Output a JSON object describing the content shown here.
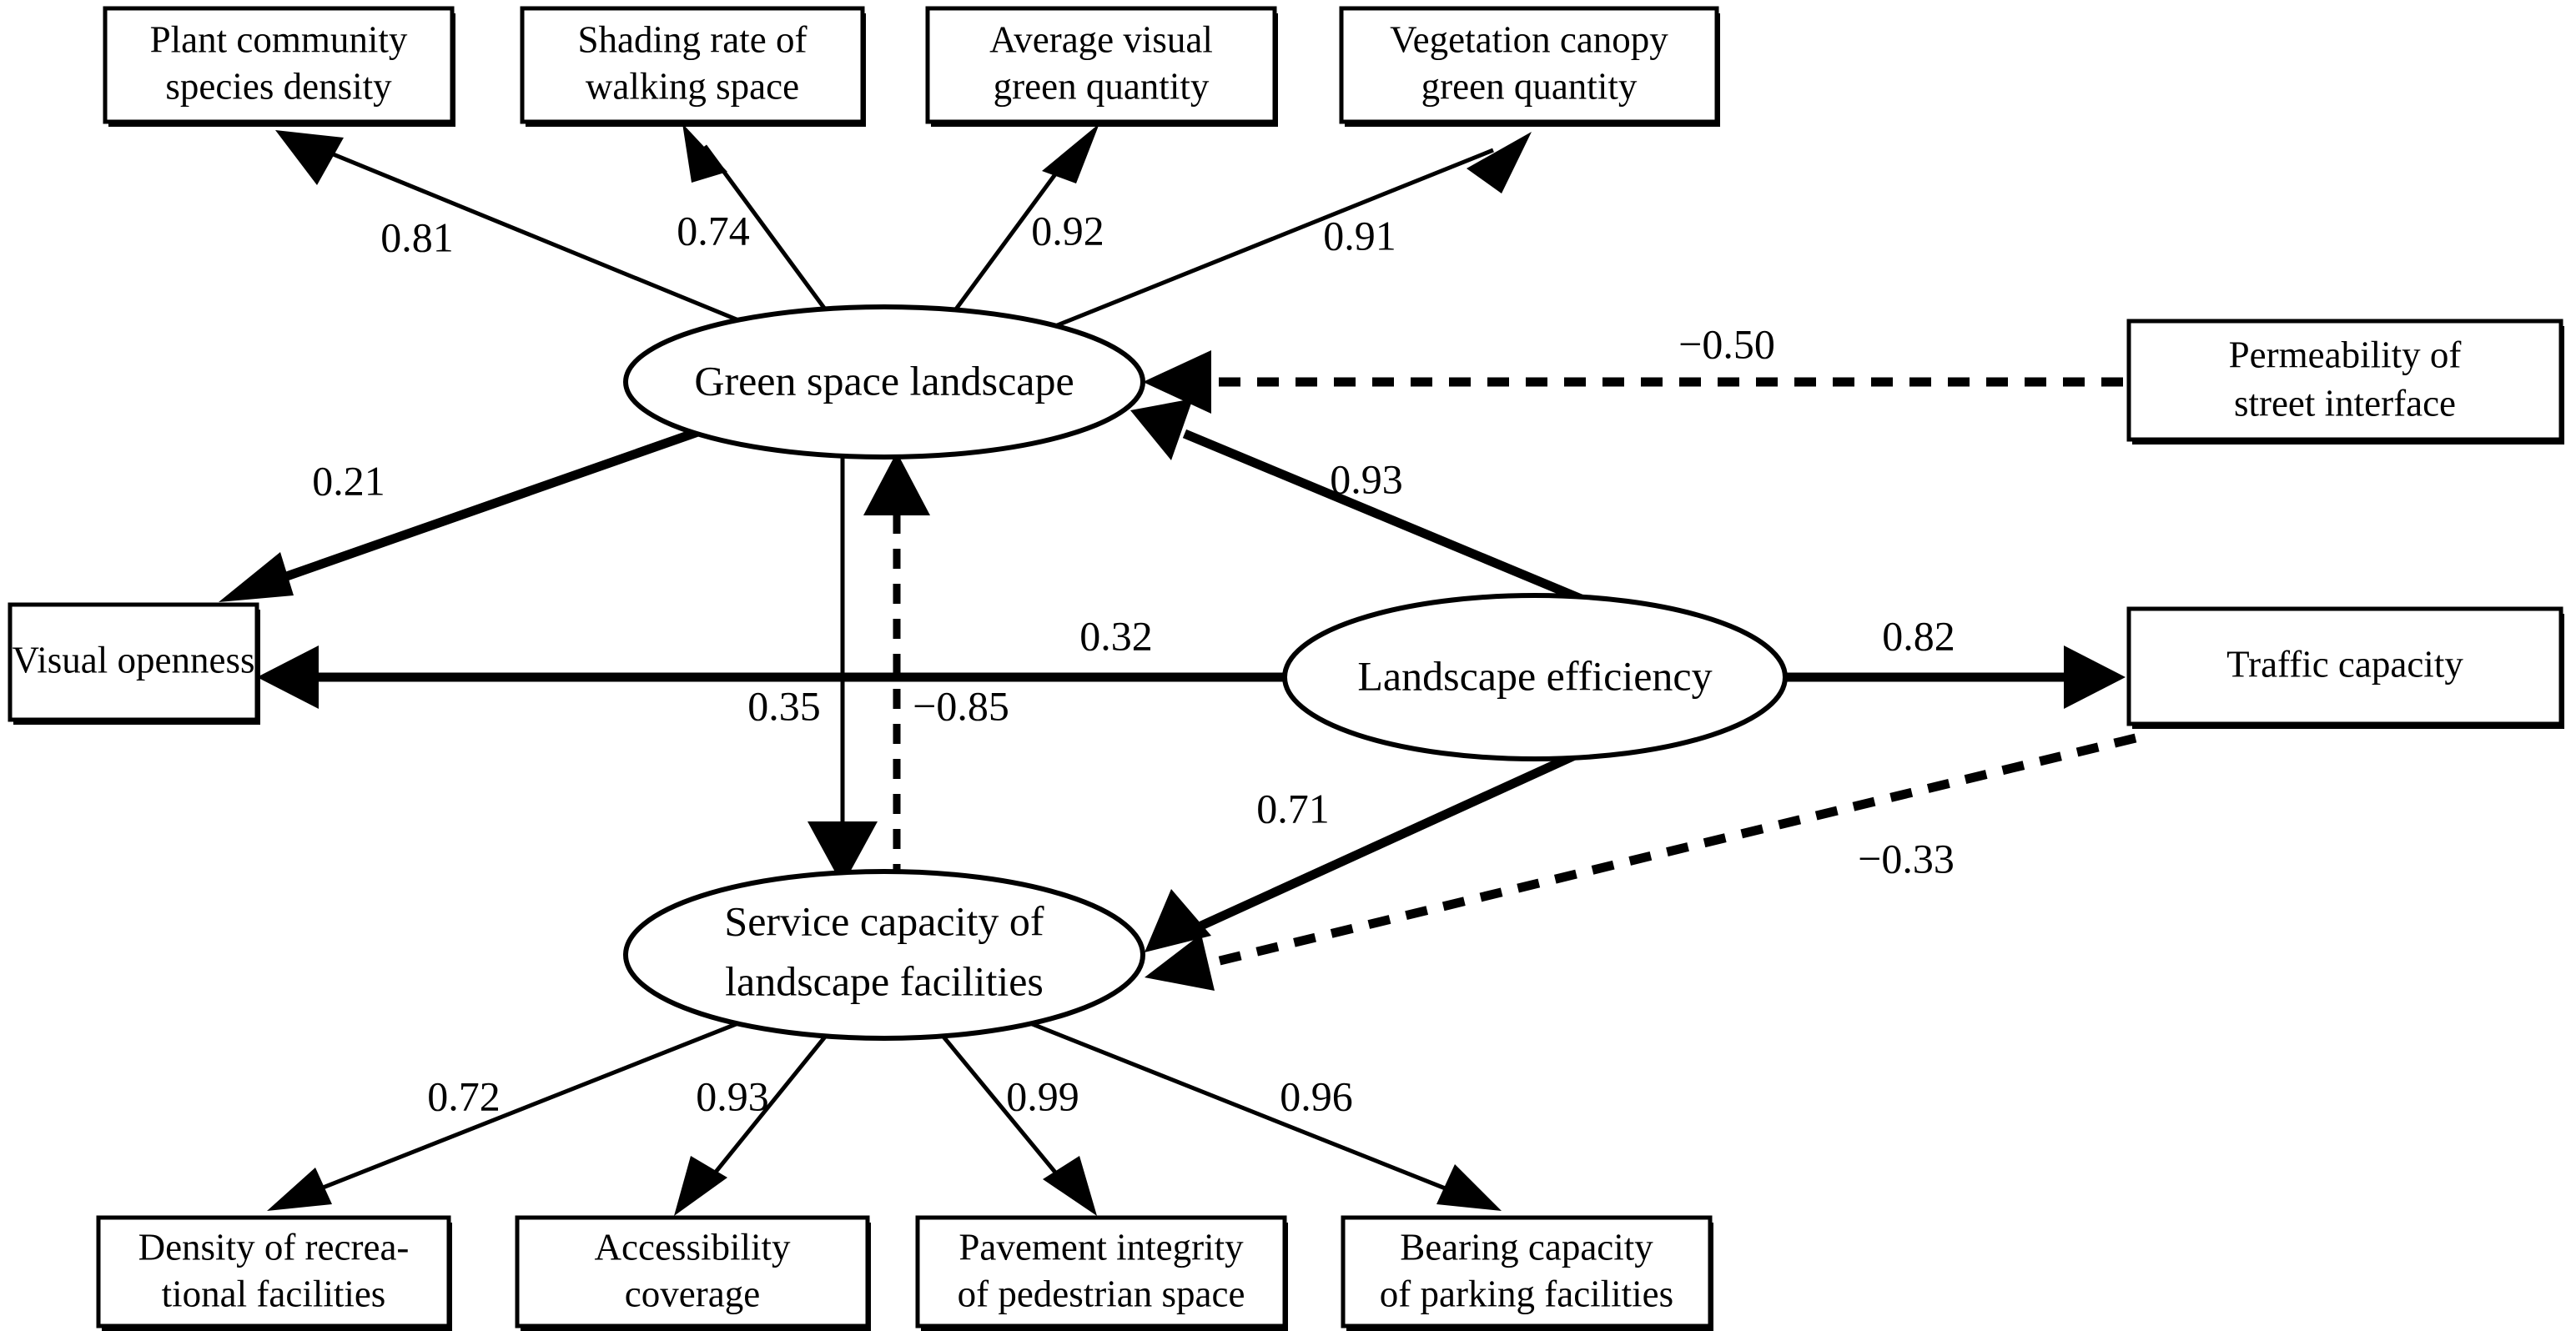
{
  "diagram": {
    "type": "structural-equation-model-path-diagram",
    "observed_variables": [
      {
        "id": "plant-community-species-density",
        "lines": [
          "Plant community",
          "species density"
        ]
      },
      {
        "id": "shading-rate-of-walking-space",
        "lines": [
          "Shading rate of",
          "walking space"
        ]
      },
      {
        "id": "average-visual-green-quantity",
        "lines": [
          "Average visual",
          "green quantity"
        ]
      },
      {
        "id": "vegetation-canopy-green-quantity",
        "lines": [
          "Vegetation canopy",
          "green quantity"
        ]
      },
      {
        "id": "permeability-of-street-interface",
        "lines": [
          "Permeability of",
          "street interface"
        ]
      },
      {
        "id": "visual-openness",
        "lines": [
          "Visual openness"
        ]
      },
      {
        "id": "traffic-capacity",
        "lines": [
          "Traffic capacity"
        ]
      },
      {
        "id": "density-of-recreational-facilities",
        "lines": [
          "Density of recrea-",
          "tional facilities"
        ]
      },
      {
        "id": "accessibility-coverage",
        "lines": [
          "Accessibility",
          "coverage"
        ]
      },
      {
        "id": "pavement-integrity-of-pedestrian-space",
        "lines": [
          "Pavement integrity",
          "of pedestrian space"
        ]
      },
      {
        "id": "bearing-capacity-of-parking-facilities",
        "lines": [
          "Bearing capacity",
          "of parking facilities"
        ]
      }
    ],
    "latent_variables": [
      {
        "id": "green-space-landscape",
        "lines": [
          "Green space landscape"
        ]
      },
      {
        "id": "landscape-efficiency",
        "lines": [
          "Landscape efficiency"
        ]
      },
      {
        "id": "service-capacity-of-landscape-facilities",
        "lines": [
          "Service capacity of",
          "landscape facilities"
        ]
      }
    ],
    "paths": [
      {
        "id": "path-gsl-to-plant-community",
        "from": "green-space-landscape",
        "to": "plant-community-species-density",
        "coefficient": "0.81",
        "style": "solid"
      },
      {
        "id": "path-gsl-to-shading-rate",
        "from": "green-space-landscape",
        "to": "shading-rate-of-walking-space",
        "coefficient": "0.74",
        "style": "solid"
      },
      {
        "id": "path-gsl-to-average-visual",
        "from": "green-space-landscape",
        "to": "average-visual-green-quantity",
        "coefficient": "0.92",
        "style": "solid"
      },
      {
        "id": "path-gsl-to-vegetation-canopy",
        "from": "green-space-landscape",
        "to": "vegetation-canopy-green-quantity",
        "coefficient": "0.91",
        "style": "solid"
      },
      {
        "id": "path-permeability-to-gsl",
        "from": "permeability-of-street-interface",
        "to": "green-space-landscape",
        "coefficient": "−0.50",
        "style": "dashed"
      },
      {
        "id": "path-gsl-to-visual-openness",
        "from": "green-space-landscape",
        "to": "visual-openness",
        "coefficient": "0.21",
        "style": "solid-thick"
      },
      {
        "id": "path-le-to-gsl",
        "from": "landscape-efficiency",
        "to": "green-space-landscape",
        "coefficient": "0.93",
        "style": "solid-thick"
      },
      {
        "id": "path-gsl-to-scl",
        "from": "green-space-landscape",
        "to": "service-capacity-of-landscape-facilities",
        "coefficient": "0.35",
        "style": "solid"
      },
      {
        "id": "path-scl-to-gsl",
        "from": "service-capacity-of-landscape-facilities",
        "to": "green-space-landscape",
        "coefficient": "−0.85",
        "style": "dashed"
      },
      {
        "id": "path-le-to-visual-openness",
        "from": "landscape-efficiency",
        "to": "visual-openness",
        "coefficient": "0.32",
        "style": "solid-thick"
      },
      {
        "id": "path-le-to-traffic-capacity",
        "from": "landscape-efficiency",
        "to": "traffic-capacity",
        "coefficient": "0.82",
        "style": "solid-thick"
      },
      {
        "id": "path-le-to-scl",
        "from": "landscape-efficiency",
        "to": "service-capacity-of-landscape-facilities",
        "coefficient": "0.71",
        "style": "solid-thick"
      },
      {
        "id": "path-traffic-capacity-to-scl",
        "from": "traffic-capacity",
        "to": "service-capacity-of-landscape-facilities",
        "coefficient": "−0.33",
        "style": "dashed"
      },
      {
        "id": "path-scl-to-density-recreational",
        "from": "service-capacity-of-landscape-facilities",
        "to": "density-of-recreational-facilities",
        "coefficient": "0.72",
        "style": "solid"
      },
      {
        "id": "path-scl-to-accessibility",
        "from": "service-capacity-of-landscape-facilities",
        "to": "accessibility-coverage",
        "coefficient": "0.93",
        "style": "solid"
      },
      {
        "id": "path-scl-to-pavement",
        "from": "service-capacity-of-landscape-facilities",
        "to": "pavement-integrity-of-pedestrian-space",
        "coefficient": "0.99",
        "style": "solid"
      },
      {
        "id": "path-scl-to-bearing-capacity",
        "from": "service-capacity-of-landscape-facilities",
        "to": "bearing-capacity-of-parking-facilities",
        "coefficient": "0.96",
        "style": "solid"
      }
    ],
    "colors": {
      "stroke": "#000000",
      "fill": "#ffffff",
      "text": "#000000"
    }
  }
}
